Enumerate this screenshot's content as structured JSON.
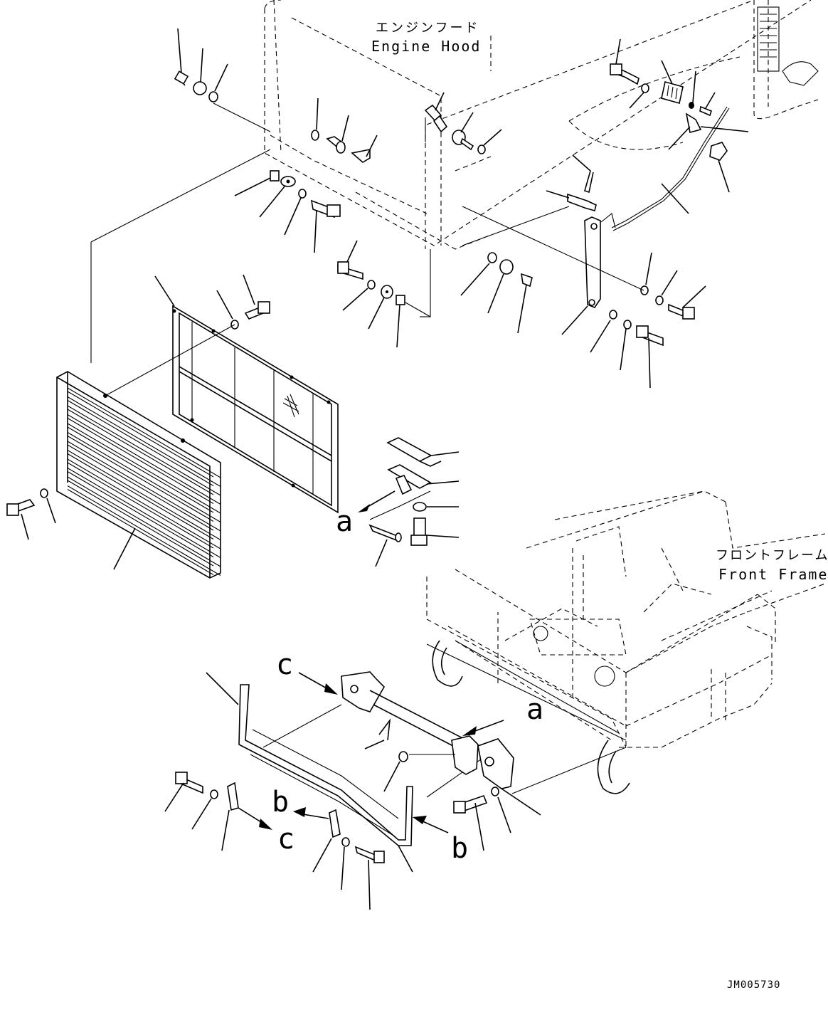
{
  "labels": {
    "engine_hood_jp": "エンジンフード",
    "engine_hood_en": "Engine Hood",
    "front_frame_jp": "フロントフレーム",
    "front_frame_en": "Front Frame",
    "view_a_1": "a",
    "view_a_2": "a",
    "view_b_1": "b",
    "view_b_2": "b",
    "view_c_1": "c",
    "view_c_2": "c",
    "drawing_no": "JM005730"
  }
}
